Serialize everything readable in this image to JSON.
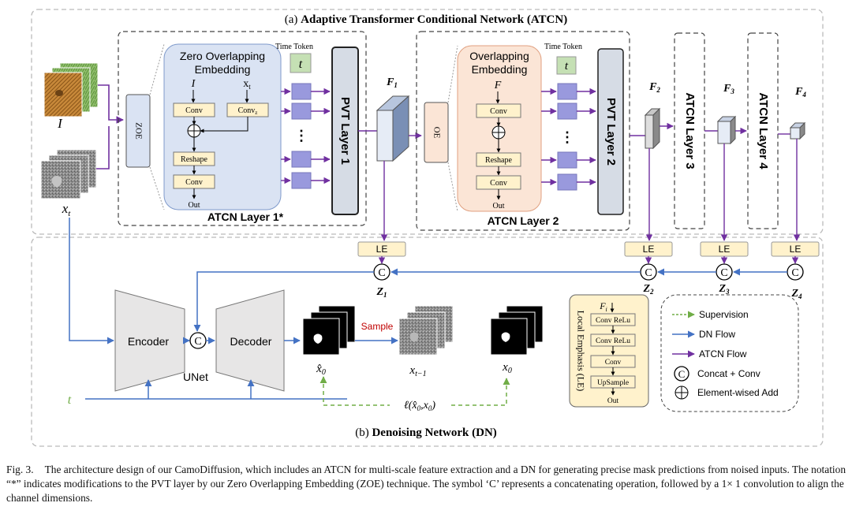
{
  "atcn": {
    "title_prefix": "(a) ",
    "title": "Adaptive Transformer Conditional Network (ATCN)",
    "layer1_label": "ATCN Layer 1*",
    "layer2_label": "ATCN Layer 2",
    "layer3_label": "ATCN Layer 3",
    "layer4_label": "ATCN Layer 4",
    "zoe": "ZOE",
    "oe": "OE",
    "zoe_title_line1": "Zero Overlapping",
    "zoe_title_line2": "Embedding",
    "oe_title_line1": "Overlapping",
    "oe_title_line2": "Embedding",
    "input_I": "I",
    "input_xt": "x",
    "input_xt_sub": "t",
    "input_F": "F",
    "conv": "Conv",
    "convz": "Conv",
    "convz_sub": "z",
    "reshape": "Reshape",
    "out": "Out",
    "time_token": "Time Token",
    "t": "t",
    "dots": "⋮",
    "pvt1": "PVT Layer 1",
    "pvt2": "PVT Layer 2",
    "f1": "F",
    "f1_sub": "1",
    "f2": "F",
    "f2_sub": "2",
    "f3": "F",
    "f3_sub": "3",
    "f4": "F",
    "f4_sub": "4",
    "image_I": "I",
    "image_xt": "x",
    "image_xt_sub": "t"
  },
  "dn": {
    "title_prefix": "(b) ",
    "title": "Denoising Network (DN)",
    "le": "LE",
    "concat_symbol": "C",
    "z1": "Z",
    "z1_sub": "1",
    "z2": "Z",
    "z2_sub": "2",
    "z3": "Z",
    "z3_sub": "3",
    "z4": "Z",
    "z4_sub": "4",
    "encoder": "Encoder",
    "decoder": "Decoder",
    "unet": "UNet",
    "sample": "Sample",
    "x0_hat": "x̂",
    "x0_hat_sub": "0",
    "xt1": "x",
    "xt1_sub": "t−1",
    "x0": "x",
    "x0_sub": "0",
    "loss": "ℓ(x̂",
    "loss_sub1": "0",
    "loss_mid": ",x",
    "loss_sub2": "0",
    "loss_end": ")",
    "t": "t"
  },
  "le_block": {
    "title": "Local Emphasis (LE)",
    "fi": "F",
    "fi_sub": "i",
    "step1": "Conv ReLu",
    "step2": "Conv ReLu",
    "step3": "Conv",
    "step4": "UpSample",
    "out": "Out"
  },
  "legend": {
    "supervision": "Supervision",
    "dn_flow": "DN Flow",
    "atcn_flow": "ATCN Flow",
    "concat": "Concat + Conv",
    "add": "Element-wised  Add",
    "concat_symbol": "C"
  },
  "caption": {
    "label": "Fig. 3.",
    "text": "The architecture design of our CamoDiffusion, which includes an ATCN for multi-scale feature extraction and a DN for generating precise mask predictions from noised inputs. The notation “*” indicates modifications to the PVT layer by our Zero Overlapping Embedding (ZOE) technique. The symbol ‘C’ represents a concatenating operation, followed by a 1× 1 convolution to align the channel dimensions."
  },
  "colors": {
    "dn_flow": "#4472c4",
    "atcn_flow": "#7030a0",
    "supervision": "#70ad47",
    "zoe_fill": "#dae3f3",
    "oe_fill": "#fbe5d6",
    "conv_fill": "#fff2cc",
    "le_fill": "#fff2cc",
    "token_fill": "#9999dd",
    "t_fill": "#c5e0b4",
    "pvt_fill": "#d6dce5"
  }
}
